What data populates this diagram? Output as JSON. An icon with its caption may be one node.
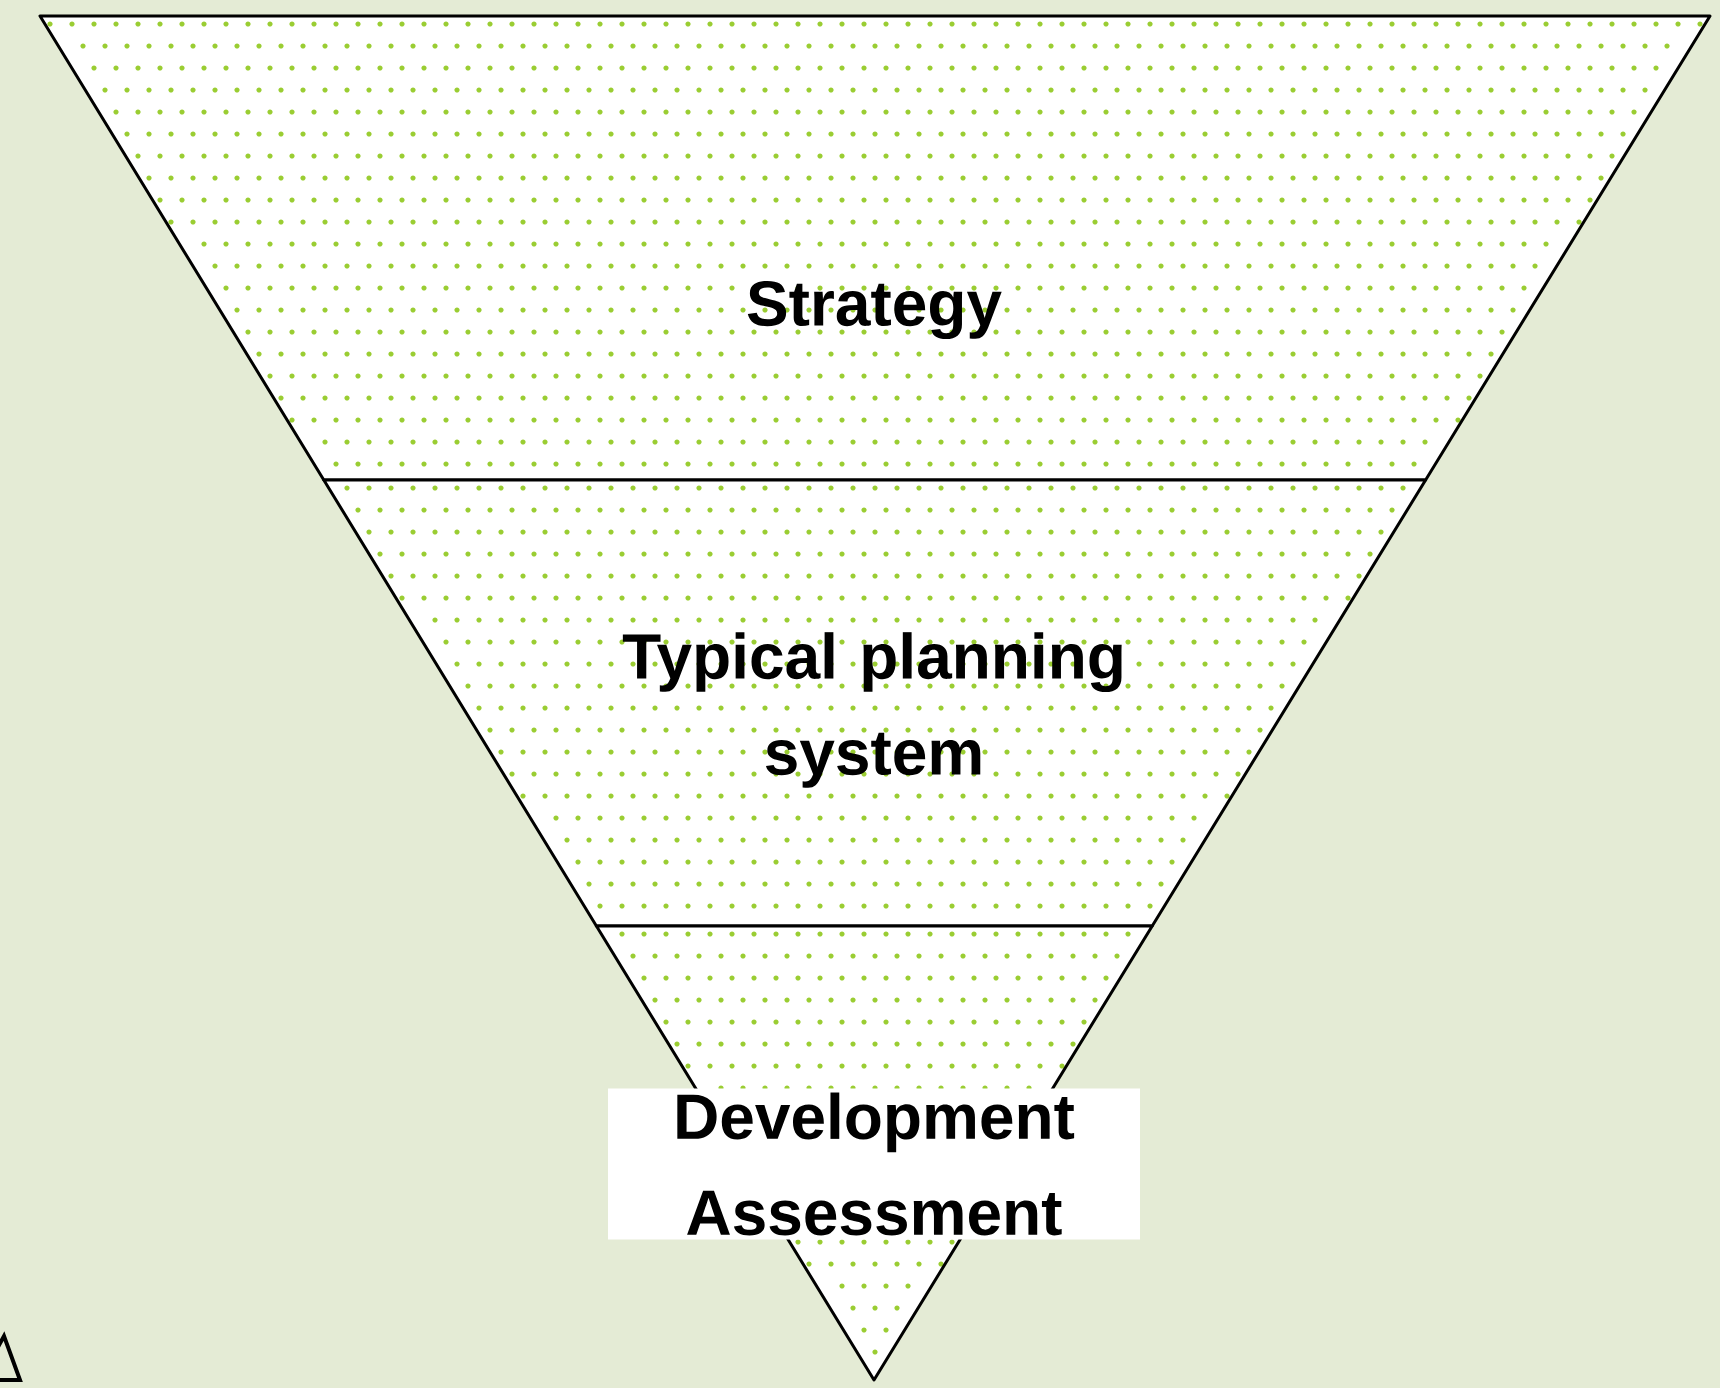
{
  "diagram": {
    "nodes": [
      {
        "text": [
          "Strategy"
        ]
      },
      {
        "text": [
          "Typical planning system"
        ]
      },
      {
        "text": [
          "Development Assessment"
        ]
      }
    ]
  }
}
